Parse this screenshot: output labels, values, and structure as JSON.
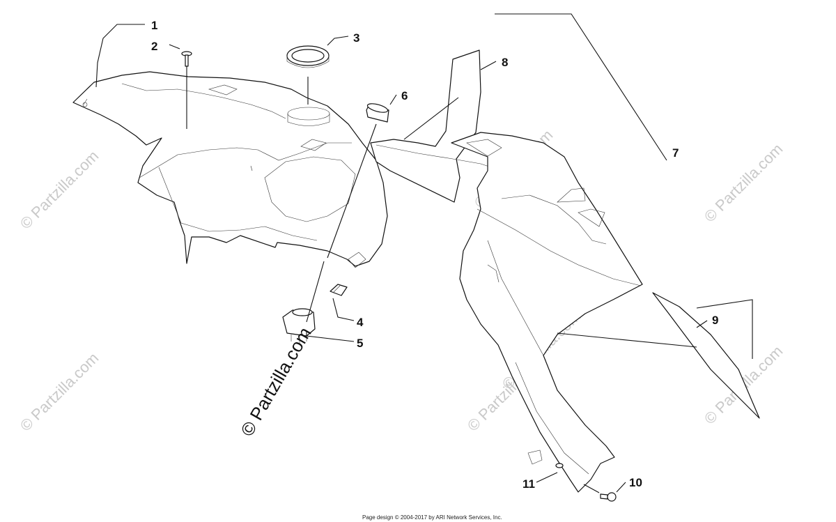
{
  "callouts": [
    {
      "id": "1",
      "label": "1"
    },
    {
      "id": "2",
      "label": "2"
    },
    {
      "id": "3",
      "label": "3"
    },
    {
      "id": "4",
      "label": "4"
    },
    {
      "id": "5",
      "label": "5"
    },
    {
      "id": "6",
      "label": "6"
    },
    {
      "id": "7",
      "label": "7"
    },
    {
      "id": "8",
      "label": "8"
    },
    {
      "id": "9",
      "label": "9"
    },
    {
      "id": "10",
      "label": "10"
    },
    {
      "id": "11",
      "label": "11"
    }
  ],
  "watermark": {
    "small": "© Partzilla.com",
    "large": "© Partzilla.com"
  },
  "footer": {
    "copyright": "Page design © 2004-2017 by ARI Network Services, Inc."
  }
}
